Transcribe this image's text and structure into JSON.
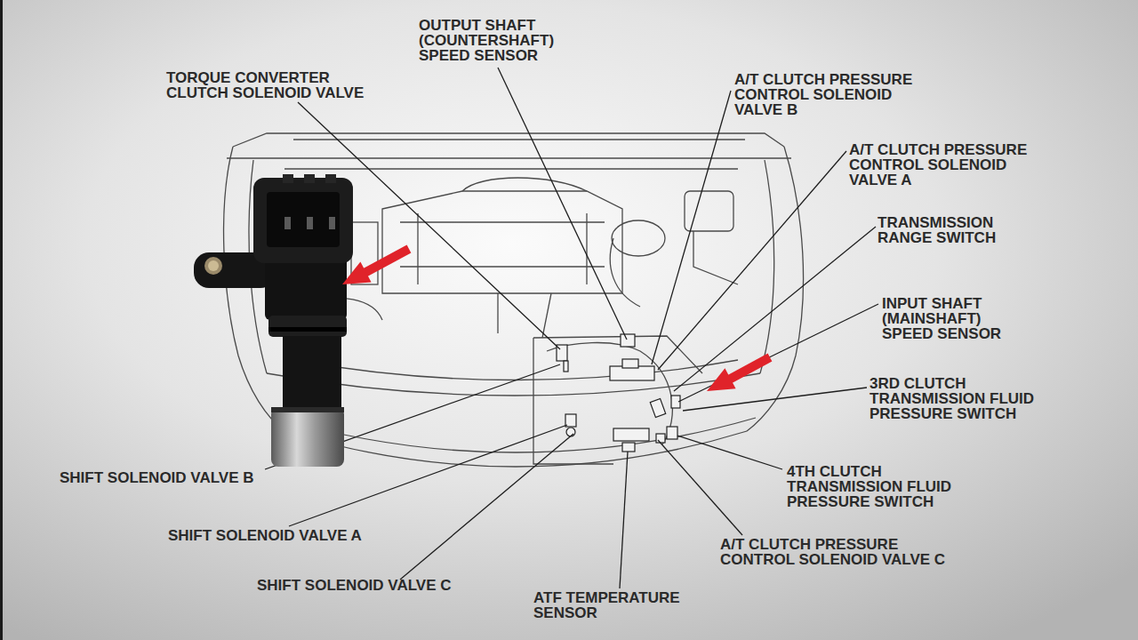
{
  "diagram": {
    "labels": [
      "TORQUE CONVERTER CLUTCH SOLENOID VALVE",
      "OUTPUT SHAFT (COUNTERSHAFT) SPEED SENSOR",
      "A/T CLUTCH PRESSURE CONTROL SOLENOID VALVE B",
      "A/T CLUTCH PRESSURE CONTROL SOLENOID VALVE A",
      "TRANSMISSION RANGE SWITCH",
      "INPUT SHAFT (MAINSHAFT) SPEED SENSOR",
      "3RD CLUTCH TRANSMISSION FLUID PRESSURE SWITCH",
      "SHIFT SOLENOID VALVE B",
      "4TH CLUTCH TRANSMISSION FLUID PRESSURE SWITCH",
      "SHIFT SOLENOID VALVE A",
      "A/T CLUTCH PRESSURE CONTROL SOLENOID VALVE C",
      "SHIFT SOLENOID VALVE C",
      "ATF TEMPERATURE SENSOR"
    ]
  }
}
